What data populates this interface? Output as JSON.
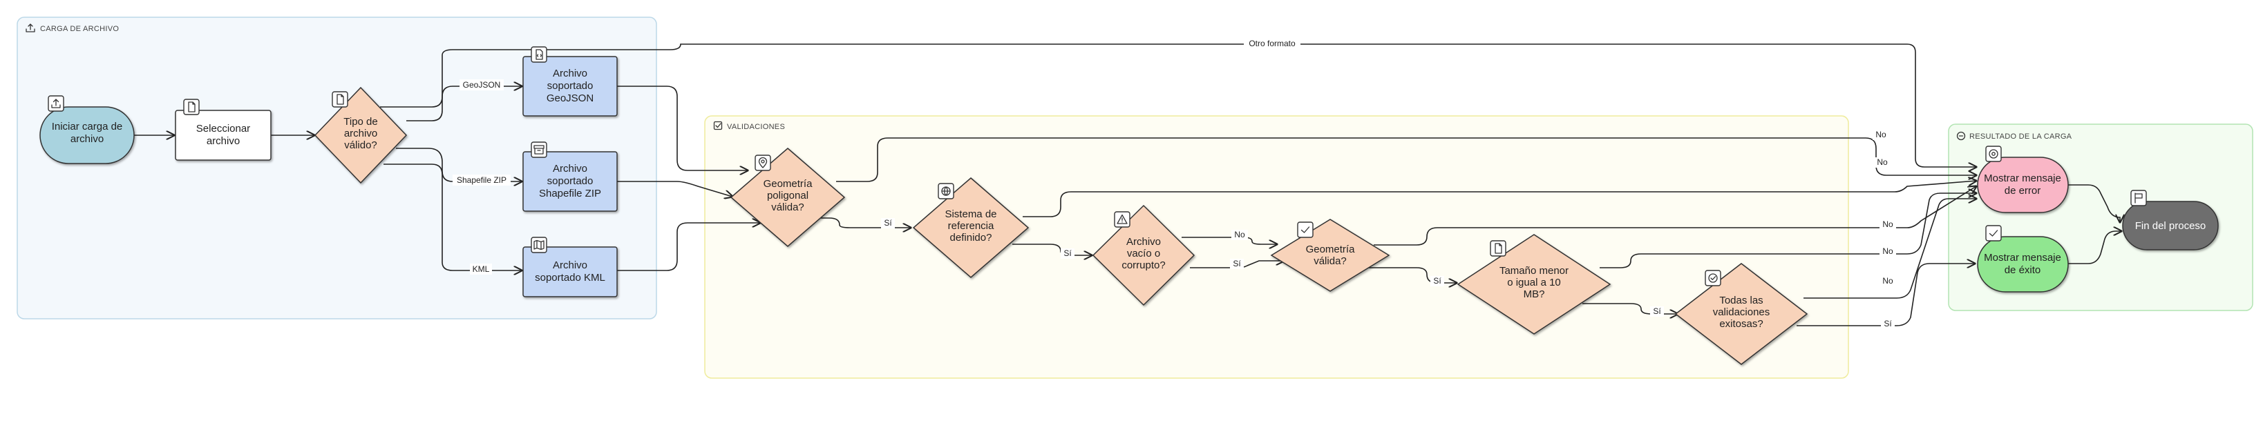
{
  "groups": {
    "upload": {
      "title": "CARGA DE ARCHIVO"
    },
    "validations": {
      "title": "VALIDACIONES"
    },
    "result": {
      "title": "RESULTADO DE LA CARGA"
    }
  },
  "nodes": {
    "start": {
      "lines": [
        "Iniciar carga de",
        "archivo"
      ],
      "icon": "upload-icon"
    },
    "select": {
      "lines": [
        "Seleccionar",
        "archivo"
      ],
      "icon": "file-icon"
    },
    "type": {
      "lines": [
        "Tipo de",
        "archivo",
        "válido?"
      ],
      "icon": "file-icon"
    },
    "geojson": {
      "lines": [
        "Archivo",
        "soportado",
        "GeoJSON"
      ],
      "icon": "file-code-icon"
    },
    "shapefile": {
      "lines": [
        "Archivo",
        "soportado",
        "Shapefile ZIP"
      ],
      "icon": "archive-icon"
    },
    "kml": {
      "lines": [
        "Archivo",
        "soportado KML"
      ],
      "icon": "map-icon"
    },
    "polygon": {
      "lines": [
        "Geometría",
        "poligonal",
        "válida?"
      ],
      "icon": "map-pin-icon"
    },
    "crs": {
      "lines": [
        "Sistema de",
        "referencia",
        "definido?"
      ],
      "icon": "globe-icon"
    },
    "empty": {
      "lines": [
        "Archivo",
        "vacío o",
        "corrupto?"
      ],
      "icon": "alert-icon"
    },
    "geomvalid": {
      "lines": [
        "Geometría",
        "válida?"
      ],
      "icon": "check-icon"
    },
    "size": {
      "lines": [
        "Tamaño menor",
        "o igual a 10",
        "MB?"
      ],
      "icon": "file-icon"
    },
    "allvalid": {
      "lines": [
        "Todas las",
        "validaciones",
        "exitosas?"
      ],
      "icon": "check-circle-icon"
    },
    "error": {
      "lines": [
        "Mostrar mensaje",
        "de error"
      ],
      "icon": "x-circle-icon"
    },
    "success": {
      "lines": [
        "Mostrar mensaje",
        "de éxito"
      ],
      "icon": "check-icon"
    },
    "end": {
      "lines": [
        "Fin del proceso"
      ],
      "icon": "flag-icon"
    }
  },
  "edge_labels": {
    "geojson": "GeoJSON",
    "shapefile": "Shapefile ZIP",
    "kml": "KML",
    "other_format": "Otro formato",
    "si": "Sí",
    "no": "No"
  },
  "colors": {
    "start": "#a9d3df",
    "process": "#ffffff",
    "decision": "#f8d3ba",
    "format": "#c4d7f5",
    "error": "#f9b6c6",
    "success": "#90e690",
    "end": "#6e6e6e",
    "upload_group_bg": "#f3f8fc",
    "upload_group_border": "#bcd8e8",
    "validations_group_bg": "#fefdf3",
    "validations_group_border": "#efec9c",
    "result_group_bg": "#f3fcf1",
    "result_group_border": "#b2e4b2"
  }
}
